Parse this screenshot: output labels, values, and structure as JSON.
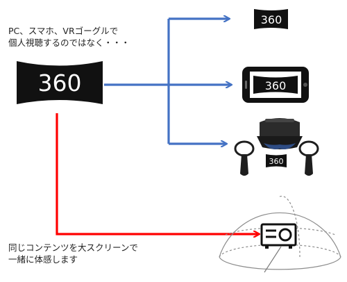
{
  "intro_text": {
    "line1": "PC、スマホ、VRゴーグルで",
    "line2": "個人視聴するのではなく・・・"
  },
  "bottom_text": {
    "line1": "同じコンテンツを大スクリーンで",
    "line2": "一緒に体感します"
  },
  "badges": {
    "main": "360",
    "pc": "360",
    "phone": "360",
    "vr": "360"
  },
  "colors": {
    "blue_arrow": "#4472c4",
    "red_arrow": "#ff0000",
    "badge_fill": "#111111",
    "badge_text": "#ffffff"
  },
  "icons": [
    "panorama-badge",
    "smartphone-icon",
    "vr-headset-icon",
    "vr-controller-icon",
    "dome-icon",
    "projector-icon"
  ]
}
